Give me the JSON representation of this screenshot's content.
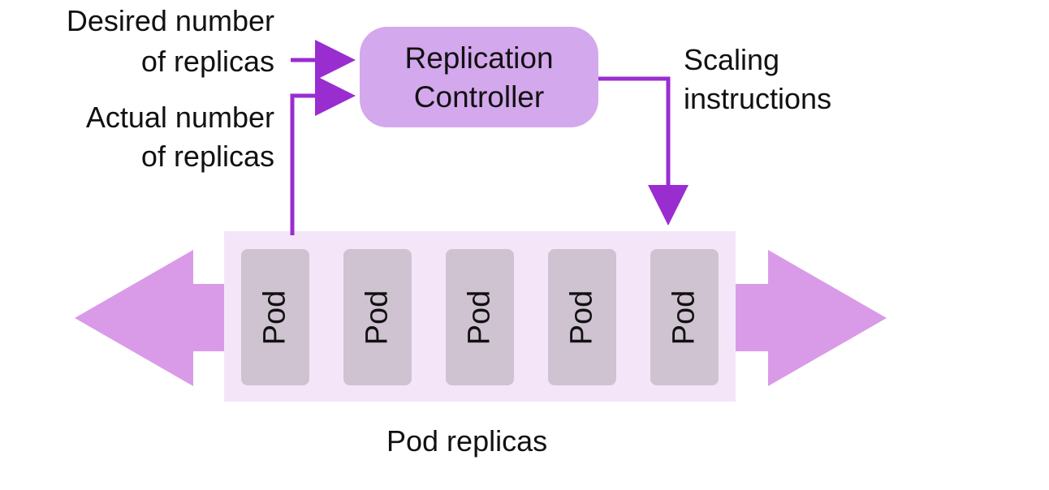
{
  "labels": {
    "desired_line1": "Desired number",
    "desired_line2": "of replicas",
    "actual_line1": "Actual number",
    "actual_line2": "of replicas",
    "scaling_line1": "Scaling",
    "scaling_line2": "instructions",
    "pod_replicas": "Pod replicas"
  },
  "controller": {
    "line1": "Replication",
    "line2": "Controller"
  },
  "pods": [
    {
      "label": "Pod"
    },
    {
      "label": "Pod"
    },
    {
      "label": "Pod"
    },
    {
      "label": "Pod"
    },
    {
      "label": "Pod"
    }
  ],
  "colors": {
    "controller_fill": "#d4a8ec",
    "arrow": "#9a2dd0",
    "scale_arrows": "#d99be8",
    "pod_container": "#f4e6f8",
    "pod_fill": "#cfc3d1"
  }
}
